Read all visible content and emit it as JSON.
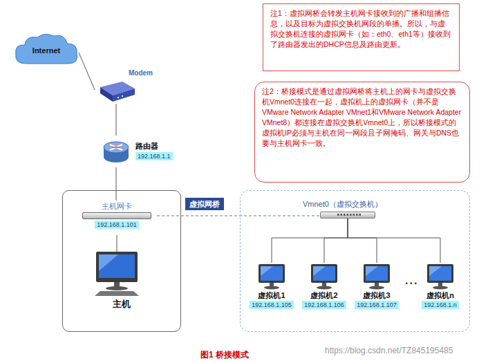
{
  "diagram": {
    "caption": "图1 桥接模式",
    "nodes": [
      {
        "text": [
          "Internet"
        ]
      },
      {
        "text": [
          "Modem"
        ]
      },
      {
        "text": [
          "路由器",
          "192.168.1.1"
        ]
      },
      {
        "text": [
          "主机"
        ]
      },
      {
        "text": [
          "主机网卡",
          "192.168.1.101"
        ],
        "in": 3
      },
      {
        "text": [
          "虚拟网桥"
        ]
      },
      {
        "text": [
          "Vmnet0（虚拟交换机）"
        ]
      },
      {
        "in": 6
      },
      {
        "text": [
          "虚拟机1",
          "192.168.1.105"
        ],
        "in": 6
      },
      {
        "text": [
          "虚拟机2",
          "192.168.1.106"
        ],
        "in": 6
      },
      {
        "text": [
          "虚拟机3",
          "192.168.1.107"
        ],
        "in": 6
      },
      {
        "text": [
          "虚拟机n",
          "192.168.1.n"
        ],
        "in": 6
      },
      {
        "text": [
          "注1：虚拟网桥会转发主机网卡接收到的广播和组播信息，以及目标为虚拟交换机网段的单播。所以，与虚拟交换机连接的虚拟网卡（如：eth0、eth1等）接收到了路由器发出的DHCP信息及路由更新。"
        ]
      },
      {
        "text": [
          "注2：桥接模式是通过虚拟网桥将主机上的网卡与虚拟交换机Vmnet0连接在一起，虚拟机上的虚拟网卡（并不是VMware Network Adapter VMnet1和VMware Network Adapter VMnet8）都连接在虚拟交换机Vmnet0上，所以桥接模式的虚拟机IP必须与主机在同一网段且子网掩码、网关与DNS也要与主机网卡一致。"
        ]
      }
    ],
    "edges": [
      {
        "from": 0,
        "to": 1,
        "arrow": "none"
      },
      {
        "from": 1,
        "to": 2,
        "arrow": "none"
      },
      {
        "from": 2,
        "to": 4,
        "arrow": "none"
      },
      {
        "from": 4,
        "to": 7,
        "arrow": "none"
      },
      {
        "from": 7,
        "to": 8,
        "arrow": "none"
      },
      {
        "from": 7,
        "to": 9,
        "arrow": "none"
      },
      {
        "from": 7,
        "to": 10,
        "arrow": "none"
      },
      {
        "from": 7,
        "to": 11,
        "arrow": "none"
      }
    ],
    "labels": [
      "...",
      "https://blog.csdn.net/TZ845195485"
    ]
  }
}
